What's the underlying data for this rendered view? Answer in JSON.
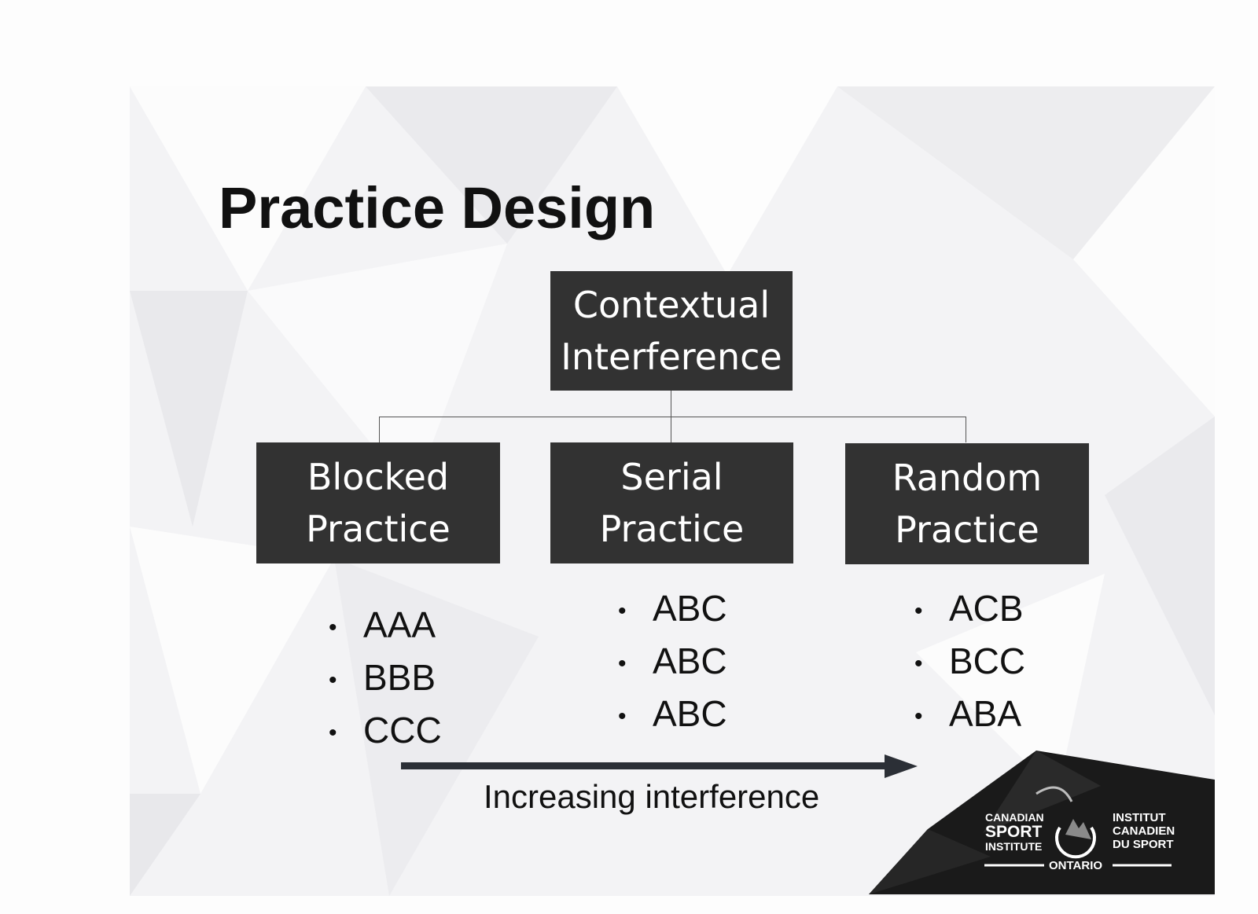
{
  "title": "Practice Design",
  "root": {
    "line1": "Contextual",
    "line2": "Interference"
  },
  "children": [
    {
      "line1": "Blocked",
      "line2": "Practice",
      "items": [
        "AAA",
        "BBB",
        "CCC"
      ]
    },
    {
      "line1": "Serial",
      "line2": "Practice",
      "items": [
        "ABC",
        "ABC",
        "ABC"
      ]
    },
    {
      "line1": "Random",
      "line2": "Practice",
      "items": [
        "ACB",
        "BCC",
        "ABA"
      ]
    }
  ],
  "bullet": "•",
  "arrow_label": "Increasing interference",
  "logo": {
    "left_lines": [
      "CANADIAN",
      "SPORT",
      "INSTITUTE"
    ],
    "right_lines": [
      "INSTITUT",
      "CANADIEN",
      "DU SPORT"
    ],
    "bottom": "ONTARIO"
  },
  "colors": {
    "box": "#323232",
    "arrow": "#2b2f36",
    "logo_bg": "#1a1a1a"
  }
}
